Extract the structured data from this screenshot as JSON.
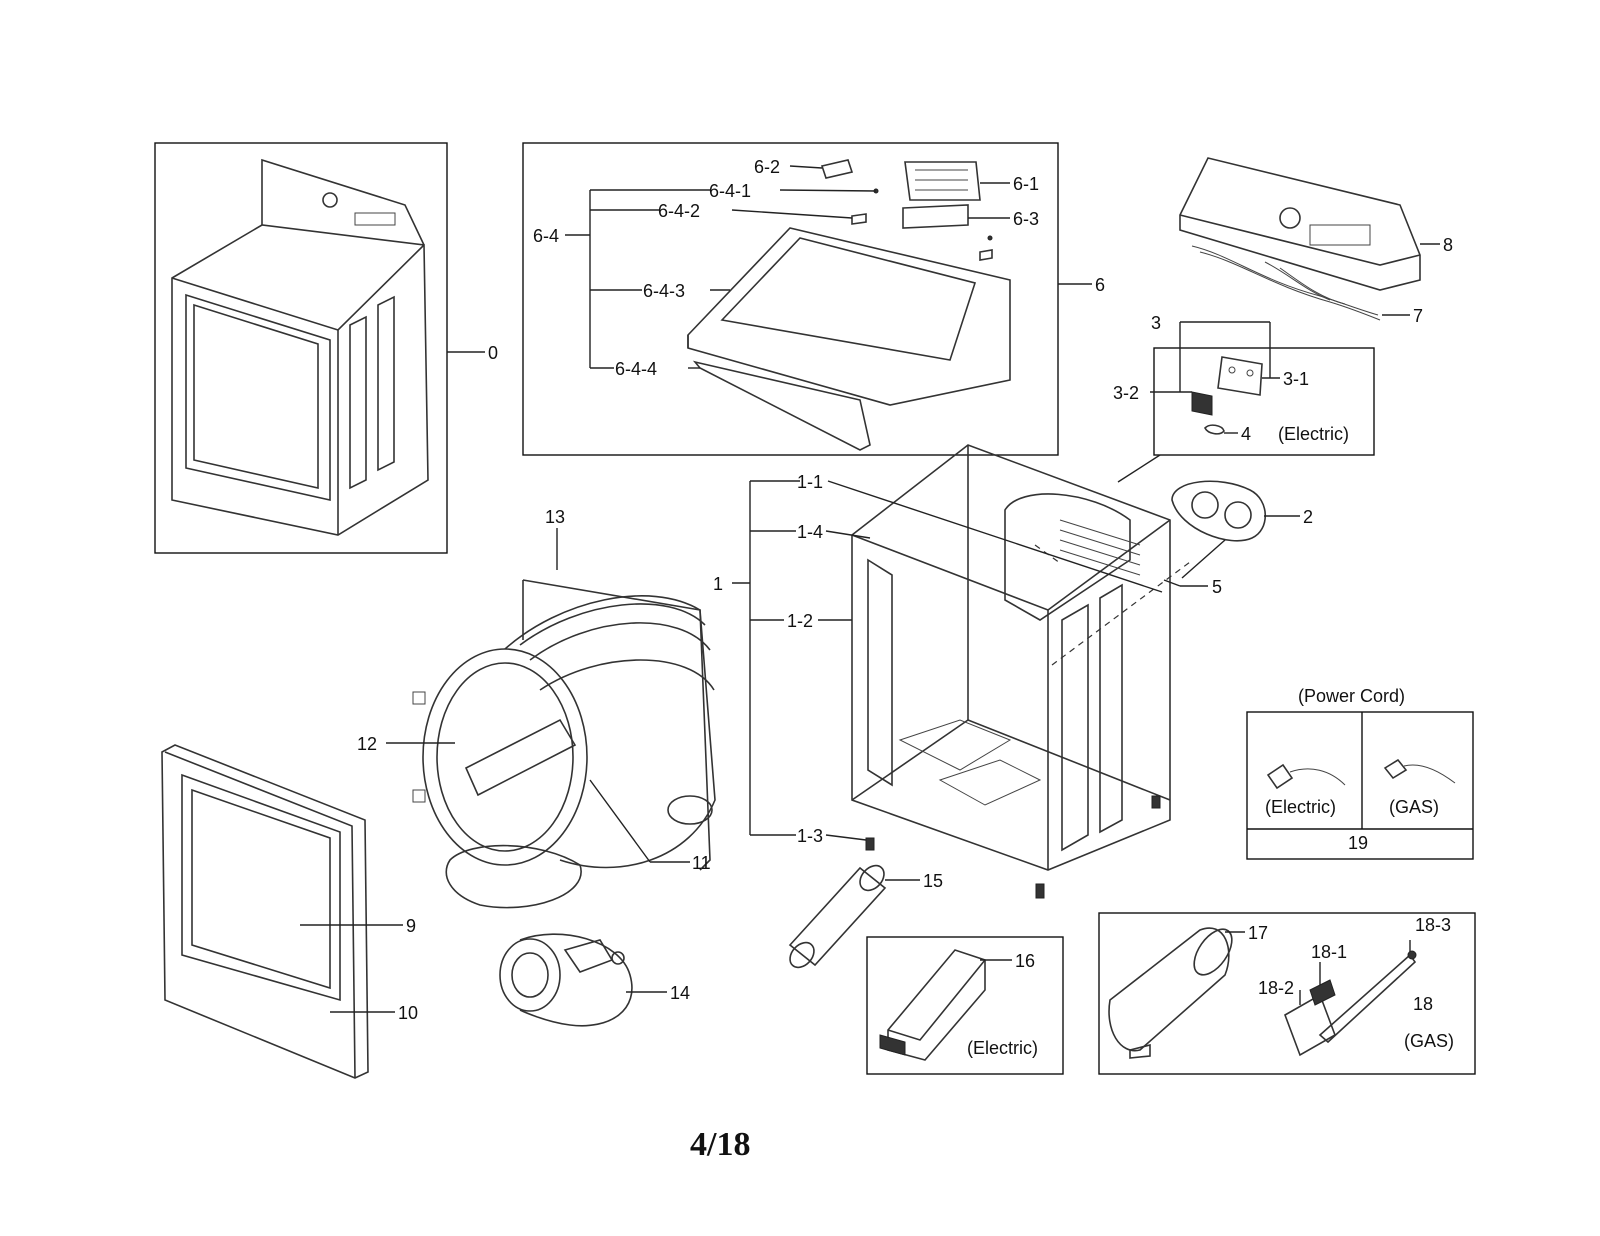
{
  "callouts": [
    {
      "id": "c0",
      "label": "0"
    },
    {
      "id": "c1",
      "label": "1"
    },
    {
      "id": "c1_1",
      "label": "1-1"
    },
    {
      "id": "c1_2",
      "label": "1-2"
    },
    {
      "id": "c1_3",
      "label": "1-3"
    },
    {
      "id": "c1_4",
      "label": "1-4"
    },
    {
      "id": "c2",
      "label": "2"
    },
    {
      "id": "c3",
      "label": "3"
    },
    {
      "id": "c3_1",
      "label": "3-1"
    },
    {
      "id": "c3_2",
      "label": "3-2"
    },
    {
      "id": "c4",
      "label": "4"
    },
    {
      "id": "c5",
      "label": "5"
    },
    {
      "id": "c6",
      "label": "6"
    },
    {
      "id": "c6_1",
      "label": "6-1"
    },
    {
      "id": "c6_2",
      "label": "6-2"
    },
    {
      "id": "c6_3",
      "label": "6-3"
    },
    {
      "id": "c6_4",
      "label": "6-4"
    },
    {
      "id": "c6_4_1",
      "label": "6-4-1"
    },
    {
      "id": "c6_4_2",
      "label": "6-4-2"
    },
    {
      "id": "c6_4_3",
      "label": "6-4-3"
    },
    {
      "id": "c6_4_4",
      "label": "6-4-4"
    },
    {
      "id": "c7",
      "label": "7"
    },
    {
      "id": "c8",
      "label": "8"
    },
    {
      "id": "c9",
      "label": "9"
    },
    {
      "id": "c10",
      "label": "10"
    },
    {
      "id": "c11",
      "label": "11"
    },
    {
      "id": "c12",
      "label": "12"
    },
    {
      "id": "c13",
      "label": "13"
    },
    {
      "id": "c14",
      "label": "14"
    },
    {
      "id": "c15",
      "label": "15"
    },
    {
      "id": "c16",
      "label": "16"
    },
    {
      "id": "c17",
      "label": "17"
    },
    {
      "id": "c18",
      "label": "18"
    },
    {
      "id": "c18_1",
      "label": "18-1"
    },
    {
      "id": "c18_2",
      "label": "18-2"
    },
    {
      "id": "c18_3",
      "label": "18-3"
    },
    {
      "id": "c19",
      "label": "19"
    }
  ],
  "notes": {
    "electric_filter": "(Electric)",
    "power_cord_title": "(Power Cord)",
    "power_cord_electric": "(Electric)",
    "power_cord_gas": "(GAS)",
    "heater_electric": "(Electric)",
    "burner_gas": "(GAS)"
  },
  "page_number": "4/18"
}
